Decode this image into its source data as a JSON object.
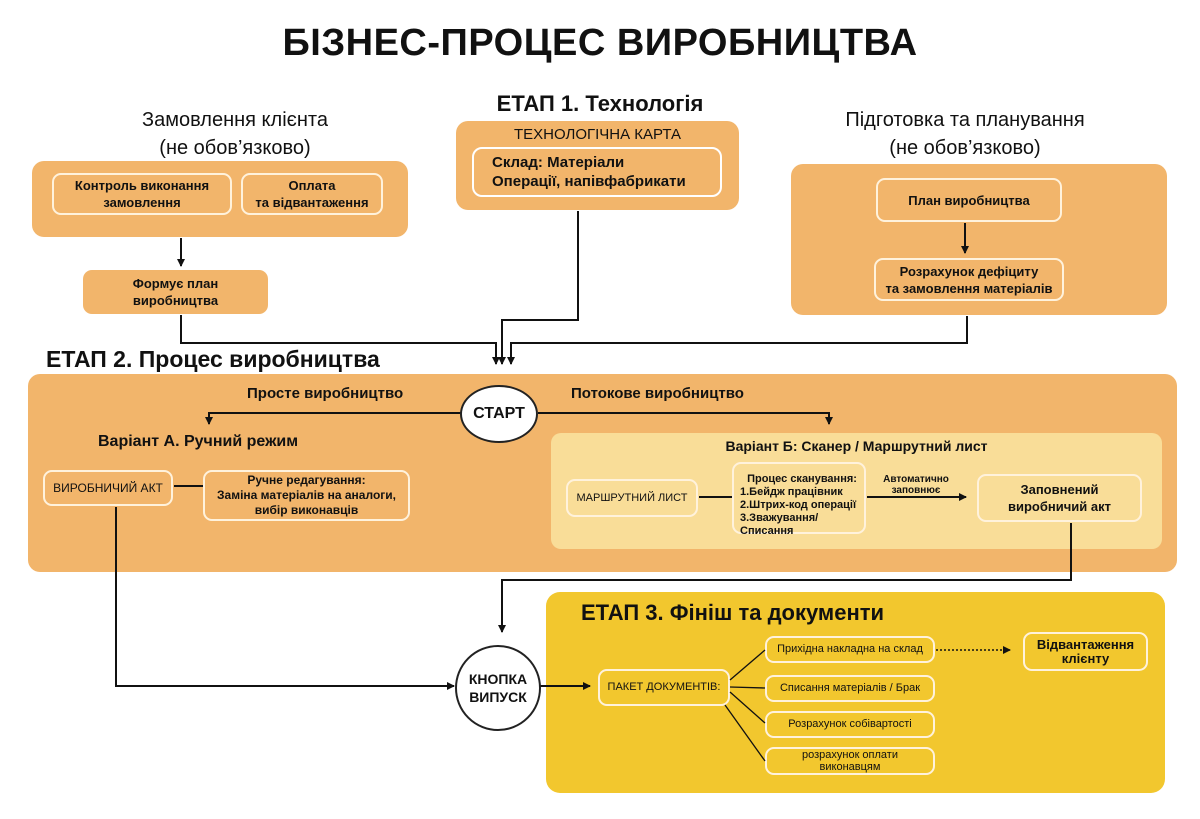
{
  "title": "БІЗНЕС-ПРОЦЕС ВИРОБНИЦТВА",
  "stage1": {
    "heading": "ЕТАП  1. Технологія",
    "card_title": "ТЕХНОЛОГІЧНА КАРТА",
    "card_line1": "Склад: Матеріали",
    "card_line2": "Операції, напівфабрикати"
  },
  "client_order": {
    "heading_line1": "Замовлення клієнта",
    "heading_line2": "(не обов’язково)",
    "control_line1": "Контроль  виконання",
    "control_line2": "замовлення",
    "payment_line1": "Оплата",
    "payment_line2": "та відвантаження",
    "forms_plan_line1": "Формує план",
    "forms_plan_line2": "виробництва"
  },
  "planning": {
    "heading_line1": "Підготовка та планування",
    "heading_line2": "(не обов’язково)",
    "plan": "План виробництва",
    "deficit_line1": "Розрахунок дефіциту",
    "deficit_line2": "та замовлення матеріалів"
  },
  "stage2": {
    "heading": "ЕТАП  2.  Процес виробництва",
    "start": "СТАРТ",
    "simple": "Просте виробництво",
    "flow": "Потокове виробництво",
    "variant_a": "Варіант А. Ручний режим",
    "production_act": "ВИРОБНИЧИЙ АКТ",
    "manual_line1": "Ручне редагування:",
    "manual_line2": "Заміна матеріалів на аналоги,",
    "manual_line3": "вибір виконавців",
    "variant_b": "Варіант Б: Сканер / Маршрутний лист",
    "route_sheet": "МАРШРУТНИЙ ЛИСТ",
    "scan_line1": "Процес сканування:",
    "scan_line2": "1.Бейдж працівник",
    "scan_line3": "2.Штрих-код операції",
    "scan_line4": "3.Зважування/Списання",
    "auto_line1": "Автоматично",
    "auto_line2": "заповнює",
    "filled_line1": "Заповнений",
    "filled_line2": "виробничий акт"
  },
  "release": {
    "line1": "КНОПКА",
    "line2": "ВИПУСК"
  },
  "stage3": {
    "heading": "ЕТАП  3. Фініш та документи",
    "package": "ПАКЕТ ДОКУМЕНТІВ:",
    "docs": [
      "Прихідна накладна на склад",
      "Списання матеріалів / Брак",
      "Розрахунок собівартості"
    ],
    "payment_line1": "розрахунок оплати",
    "payment_line2": "виконавцям",
    "shipment_line1": "Відвантаження",
    "shipment_line2": "клієнту"
  },
  "colors": {
    "orange": "#f2b56b",
    "light": "#f9dd98",
    "yellow": "#f2c72e"
  }
}
